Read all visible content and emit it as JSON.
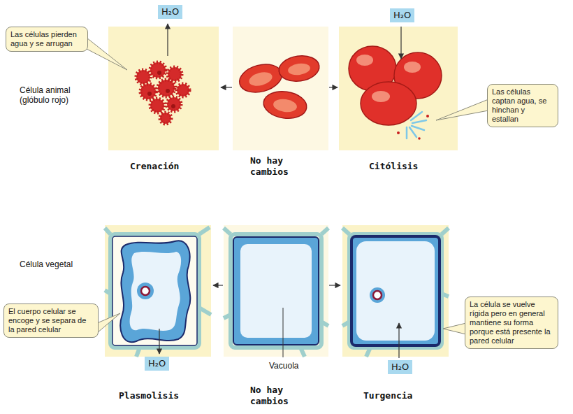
{
  "diagram": {
    "nodes": [
      {
        "text": [
          "H₂O"
        ]
      },
      {
        "text": [
          "Las células pierden agua y se arrugan"
        ]
      },
      {
        "text": [
          "H₂O"
        ]
      },
      {
        "text": [
          "Las células captan agua, se hinchan y estallan"
        ]
      },
      {
        "text": [
          "El cuerpo celular se encoge y se separa de la pared celular"
        ]
      },
      {
        "text": [
          "H₂O"
        ]
      },
      {
        "text": [
          "H₂O"
        ]
      },
      {
        "text": [
          "La célula se vuelve rígida pero en general mantiene su forma porque está presente la pared celular"
        ]
      }
    ],
    "labels": [
      "Célula animal (glóbulo rojo)",
      "Crenación",
      "No hay cambios",
      "Citólisis",
      "Célula vegetal",
      "Vacuola",
      "Plasmolisis",
      "No hay cambios",
      "Turgencia"
    ]
  }
}
